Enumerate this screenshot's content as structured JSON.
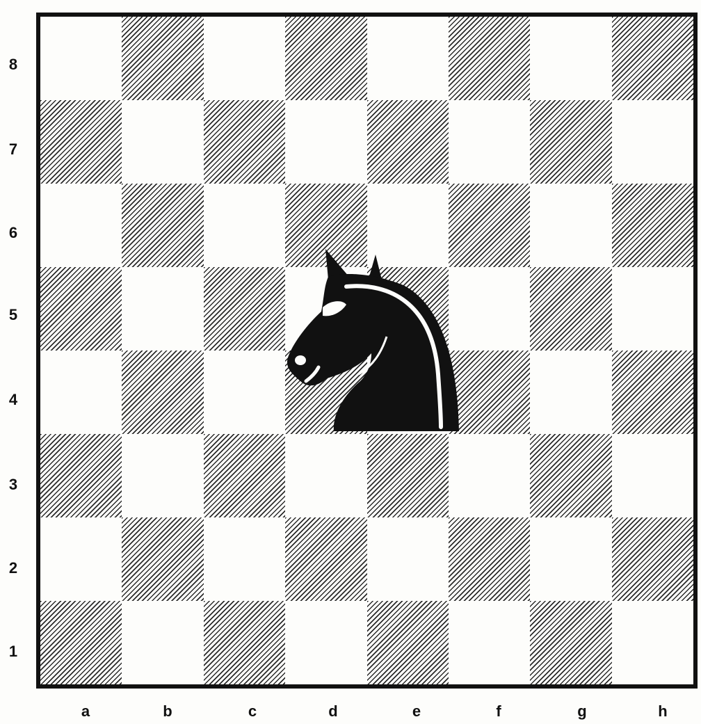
{
  "board": {
    "ranks": [
      "8",
      "7",
      "6",
      "5",
      "4",
      "3",
      "2",
      "1"
    ],
    "files": [
      "a",
      "b",
      "c",
      "d",
      "e",
      "f",
      "g",
      "h"
    ],
    "pieces": [
      {
        "type": "knight",
        "color": "black",
        "square": "d5"
      }
    ]
  },
  "colors": {
    "light_square": "#fdfdfb",
    "dark_square_hatch": "#2a2a2a",
    "piece": "#111111"
  }
}
